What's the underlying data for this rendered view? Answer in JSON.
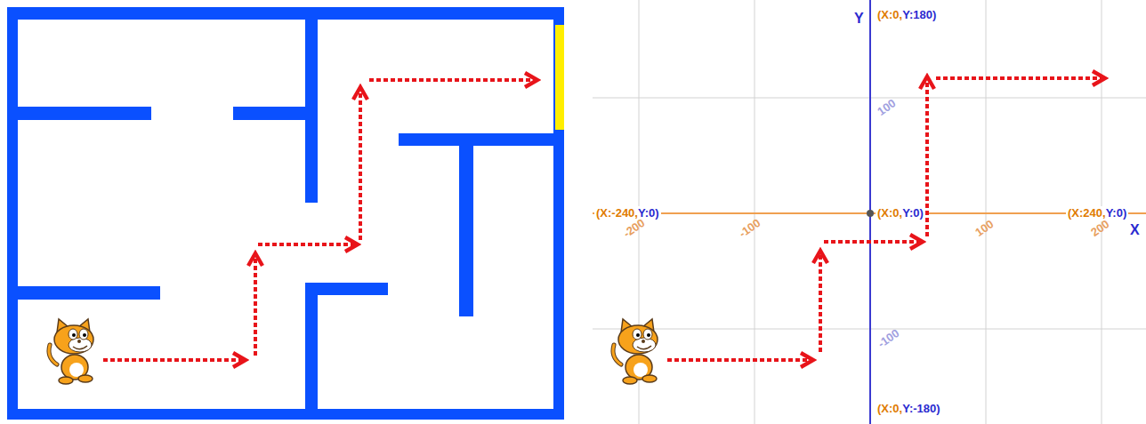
{
  "diagram": {
    "labels": [
      "(X:0,Y:180)",
      "Y",
      "(X:-240,Y:0)",
      "(X:0,Y:0)",
      "(X:240,Y:0)",
      "X",
      "-200",
      "-100",
      "100",
      "200",
      "100",
      "-100",
      "(X:0,Y:-180)"
    ]
  }
}
